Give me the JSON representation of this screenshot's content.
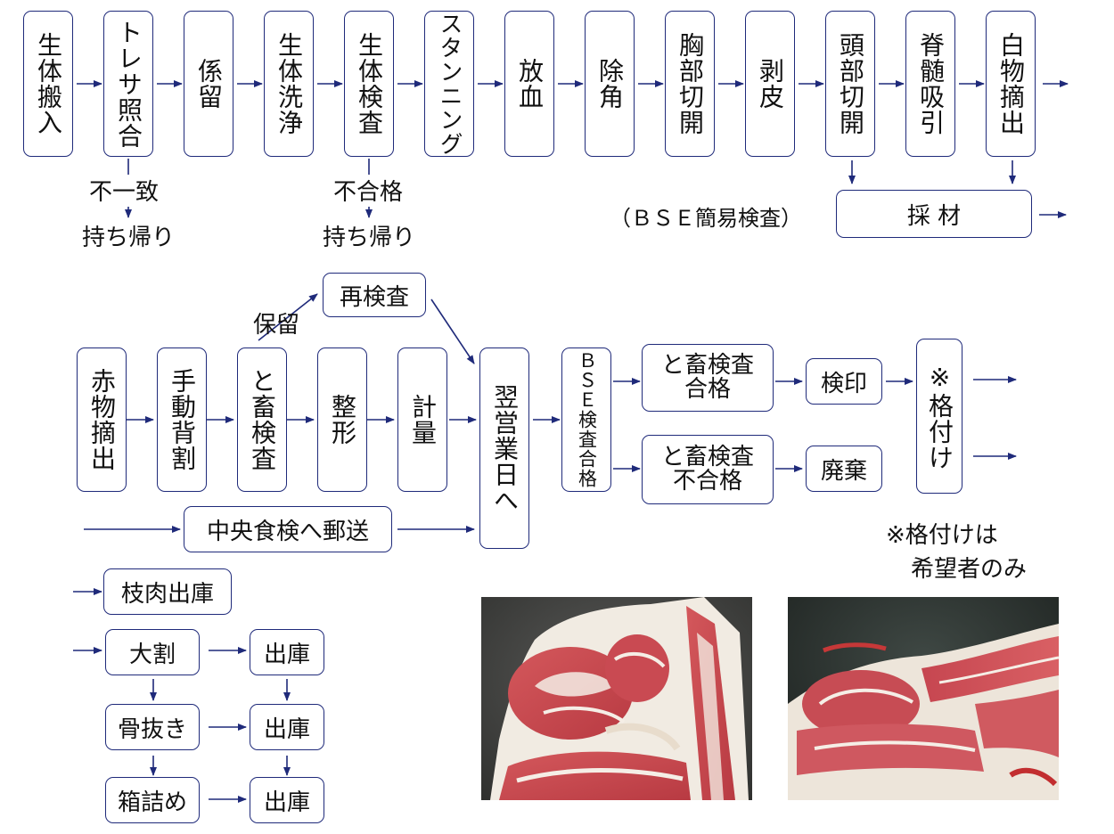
{
  "colors": {
    "arrow": "#1f2a7a",
    "box_border": "#1f2a7a"
  },
  "row1": {
    "steps": [
      "生体搬入",
      "トレサ照合",
      "係留",
      "生体洗浄",
      "生体検査",
      "スタンニング",
      "放血",
      "除角",
      "胸部切開",
      "剥皮",
      "頭部切開",
      "脊髄吸引",
      "白物摘出"
    ],
    "branch_trace_label": "不一致",
    "branch_trace_result": "持ち帰り",
    "branch_inspect_label": "不合格",
    "branch_inspect_result": "持ち帰り",
    "bse_simple_label": "（ＢＳＥ簡易検査）",
    "sampling": "採 材"
  },
  "row2": {
    "steps": [
      "赤物摘出",
      "手動背割",
      "と畜検査",
      "整形",
      "計量"
    ],
    "hold_label": "保留",
    "reinspect": "再検査",
    "next_day": "翌営業日へ",
    "bse_pass": "ＢＳＥ検査合格",
    "pass_line1": "と畜検査",
    "pass_line2": "合格",
    "fail_line1": "と畜検査",
    "fail_line2": "不合格",
    "stamp": "検印",
    "discard": "廃棄",
    "grading": "※格付け",
    "mail": "中央食検へ郵送",
    "grading_note_line1": "※格付けは",
    "grading_note_line2": "希望者のみ"
  },
  "row3": {
    "carcass_out": "枝肉出庫",
    "cut": "大割",
    "deboning": "骨抜き",
    "boxing": "箱詰め",
    "ship": "出庫"
  },
  "photos": [
    "beef-rib-cut-photo-1",
    "beef-rib-cut-photo-2"
  ]
}
